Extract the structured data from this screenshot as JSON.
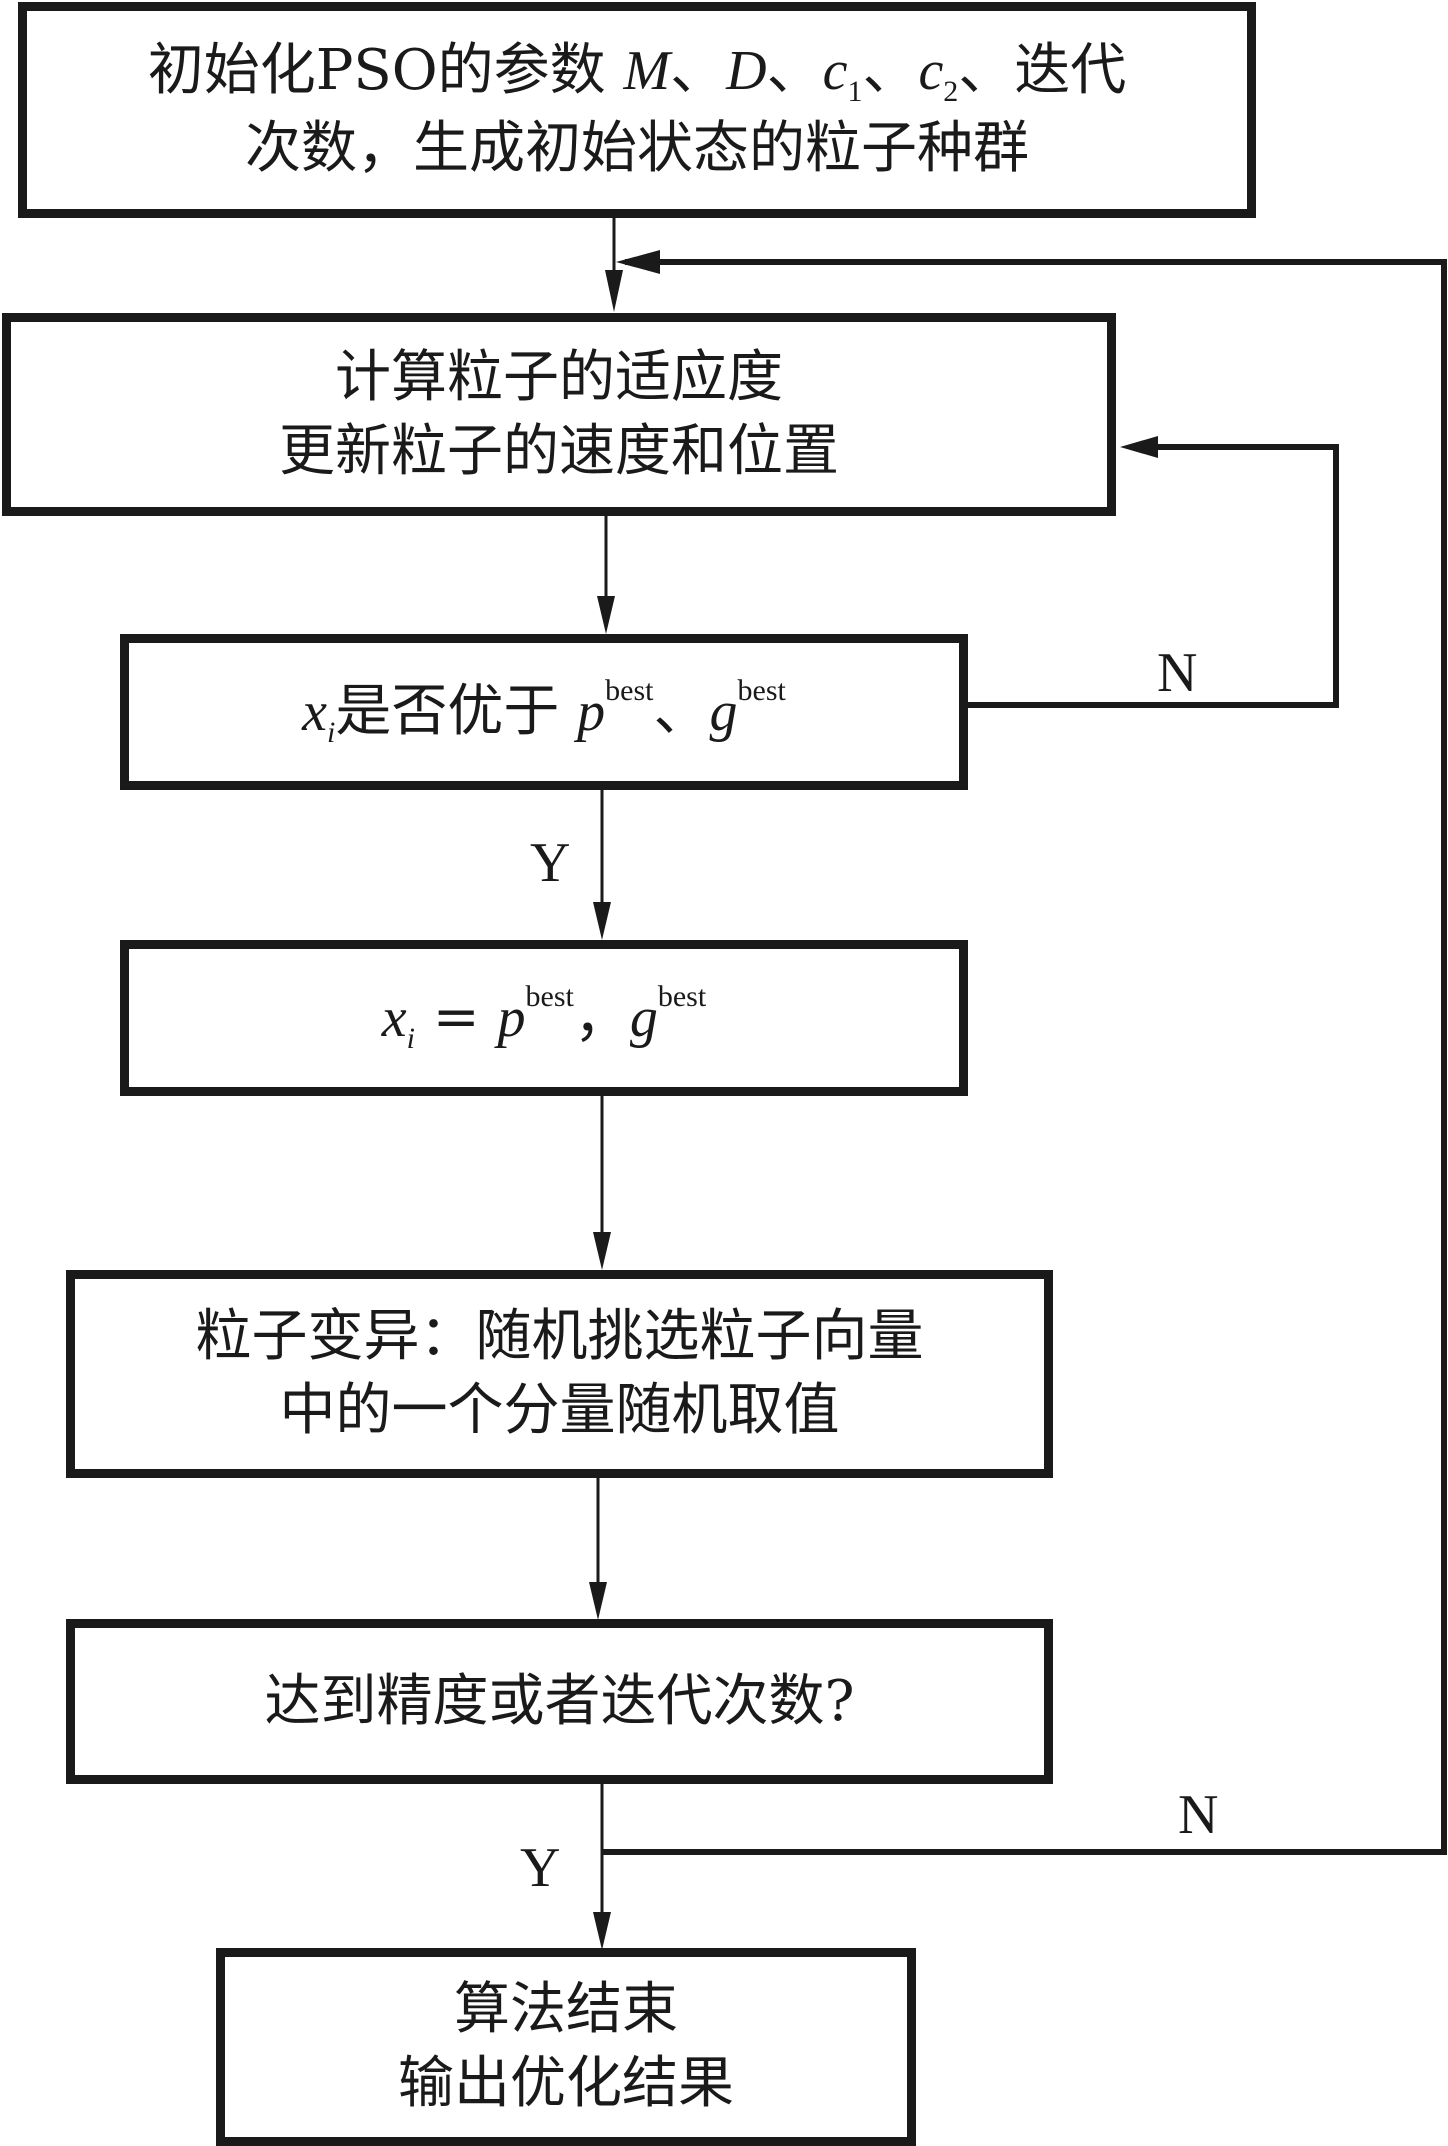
{
  "diagram": {
    "title": "PSO flowchart",
    "nodes": {
      "init": {
        "line1_a": "初始化PSO的参数 ",
        "M": "M",
        "sep1": "、",
        "D": "D",
        "sep2": "、",
        "c": "c",
        "c1_sub": "1",
        "sep3": "、",
        "c2_sub": "2",
        "sep4": "、迭代",
        "line2": "次数，生成初始状态的粒子种群"
      },
      "compute": {
        "line1": "计算粒子的适应度",
        "line2": "更新粒子的速度和位置"
      },
      "compare": {
        "x": "x",
        "i": "i",
        "text": "是否优于 ",
        "p": "p",
        "best": "best",
        "sep": "、",
        "g": "g"
      },
      "assign": {
        "x": "x",
        "i": "i",
        "eq": " = ",
        "p": "p",
        "best": "best",
        "comma": "，",
        "g": "g"
      },
      "mutate": {
        "line1": "粒子变异：随机挑选粒子向量",
        "line2": "中的一个分量随机取值"
      },
      "check": {
        "line1": "达到精度或者迭代次数?"
      },
      "end": {
        "line1": "算法结束",
        "line2": "输出优化结果"
      }
    },
    "edge_labels": {
      "compare_no": "N",
      "compare_yes": "Y",
      "check_no": "N",
      "check_yes": "Y"
    }
  }
}
